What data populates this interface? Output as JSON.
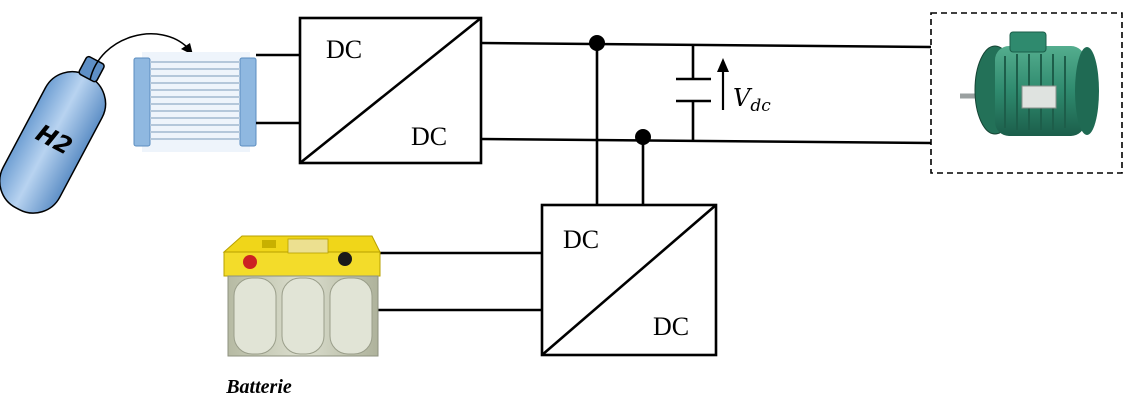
{
  "converter1": {
    "input_label": "DC",
    "output_label": "DC"
  },
  "converter2": {
    "input_label": "DC",
    "output_label": "DC"
  },
  "capacitor": {
    "voltage_symbol": "V",
    "voltage_subscript": "dc"
  },
  "tank": {
    "text": "H2",
    "color": "#8db4e2"
  },
  "fuel_cell": {
    "color": "#9fc3e6"
  },
  "motor": {
    "color": "#2f8a6e"
  },
  "battery": {
    "caption": "Batterie",
    "top_color": "#f0d619",
    "body_color": "#c9cdb8"
  }
}
